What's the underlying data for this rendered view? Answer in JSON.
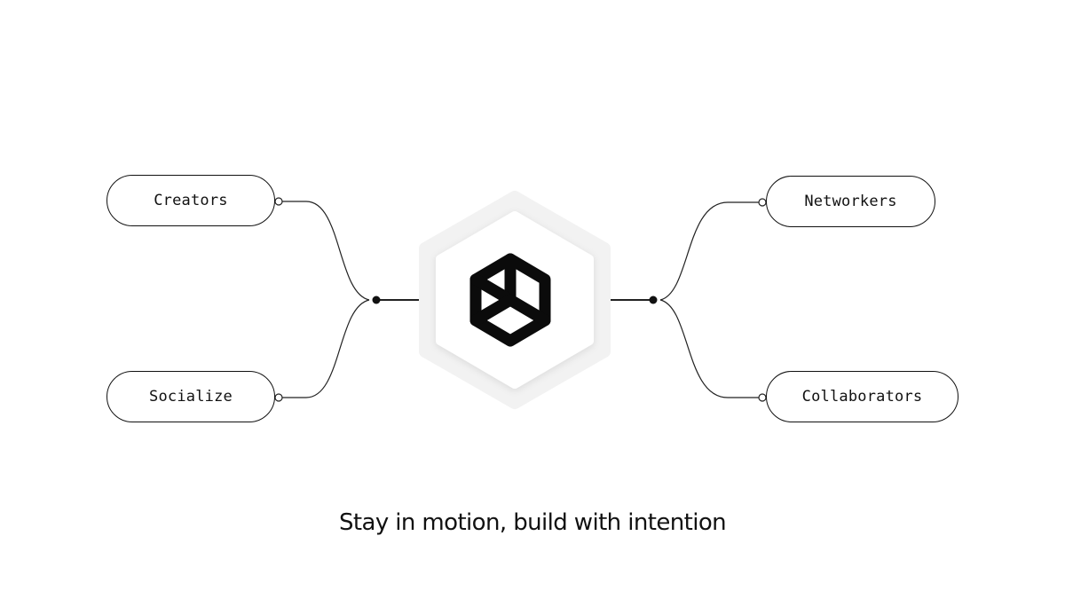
{
  "nodes": {
    "left": [
      {
        "label": "Creators"
      },
      {
        "label": "Socialize"
      }
    ],
    "right": [
      {
        "label": "Networkers"
      },
      {
        "label": "Collaborators"
      }
    ]
  },
  "center": {
    "icon": "hexagonal-cube-logo-icon"
  },
  "tagline": "Stay in motion, build with intention",
  "colors": {
    "stroke": "#111111",
    "background": "#ffffff",
    "hex_outer": "#f2f2f2",
    "hex_inner": "#ffffff"
  }
}
